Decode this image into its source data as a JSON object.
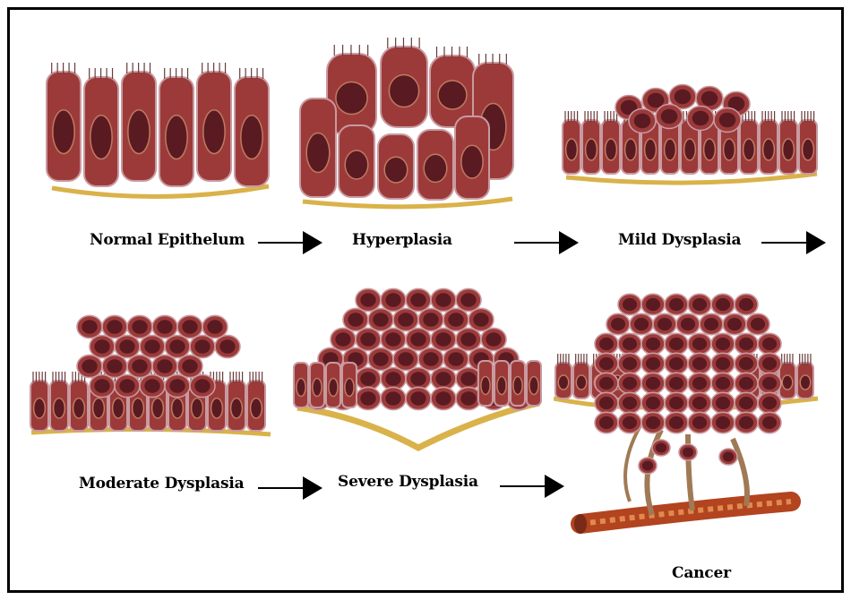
{
  "stages": [
    {
      "id": "normal",
      "label": "Normal Epithelum"
    },
    {
      "id": "hyperplasia",
      "label": "Hyperplasia"
    },
    {
      "id": "mild",
      "label": "Mild Dysplasia"
    },
    {
      "id": "moderate",
      "label": "Moderate Dysplasia"
    },
    {
      "id": "severe",
      "label": "Severe Dysplasia"
    },
    {
      "id": "cancer",
      "label": "Cancer"
    }
  ],
  "colors": {
    "cell_fill": "#9c3a3a",
    "cell_light": "#c89aa0",
    "nucleus": "#5a1a22",
    "membrane": "#d9b24a",
    "vessel": "#b2441f"
  }
}
